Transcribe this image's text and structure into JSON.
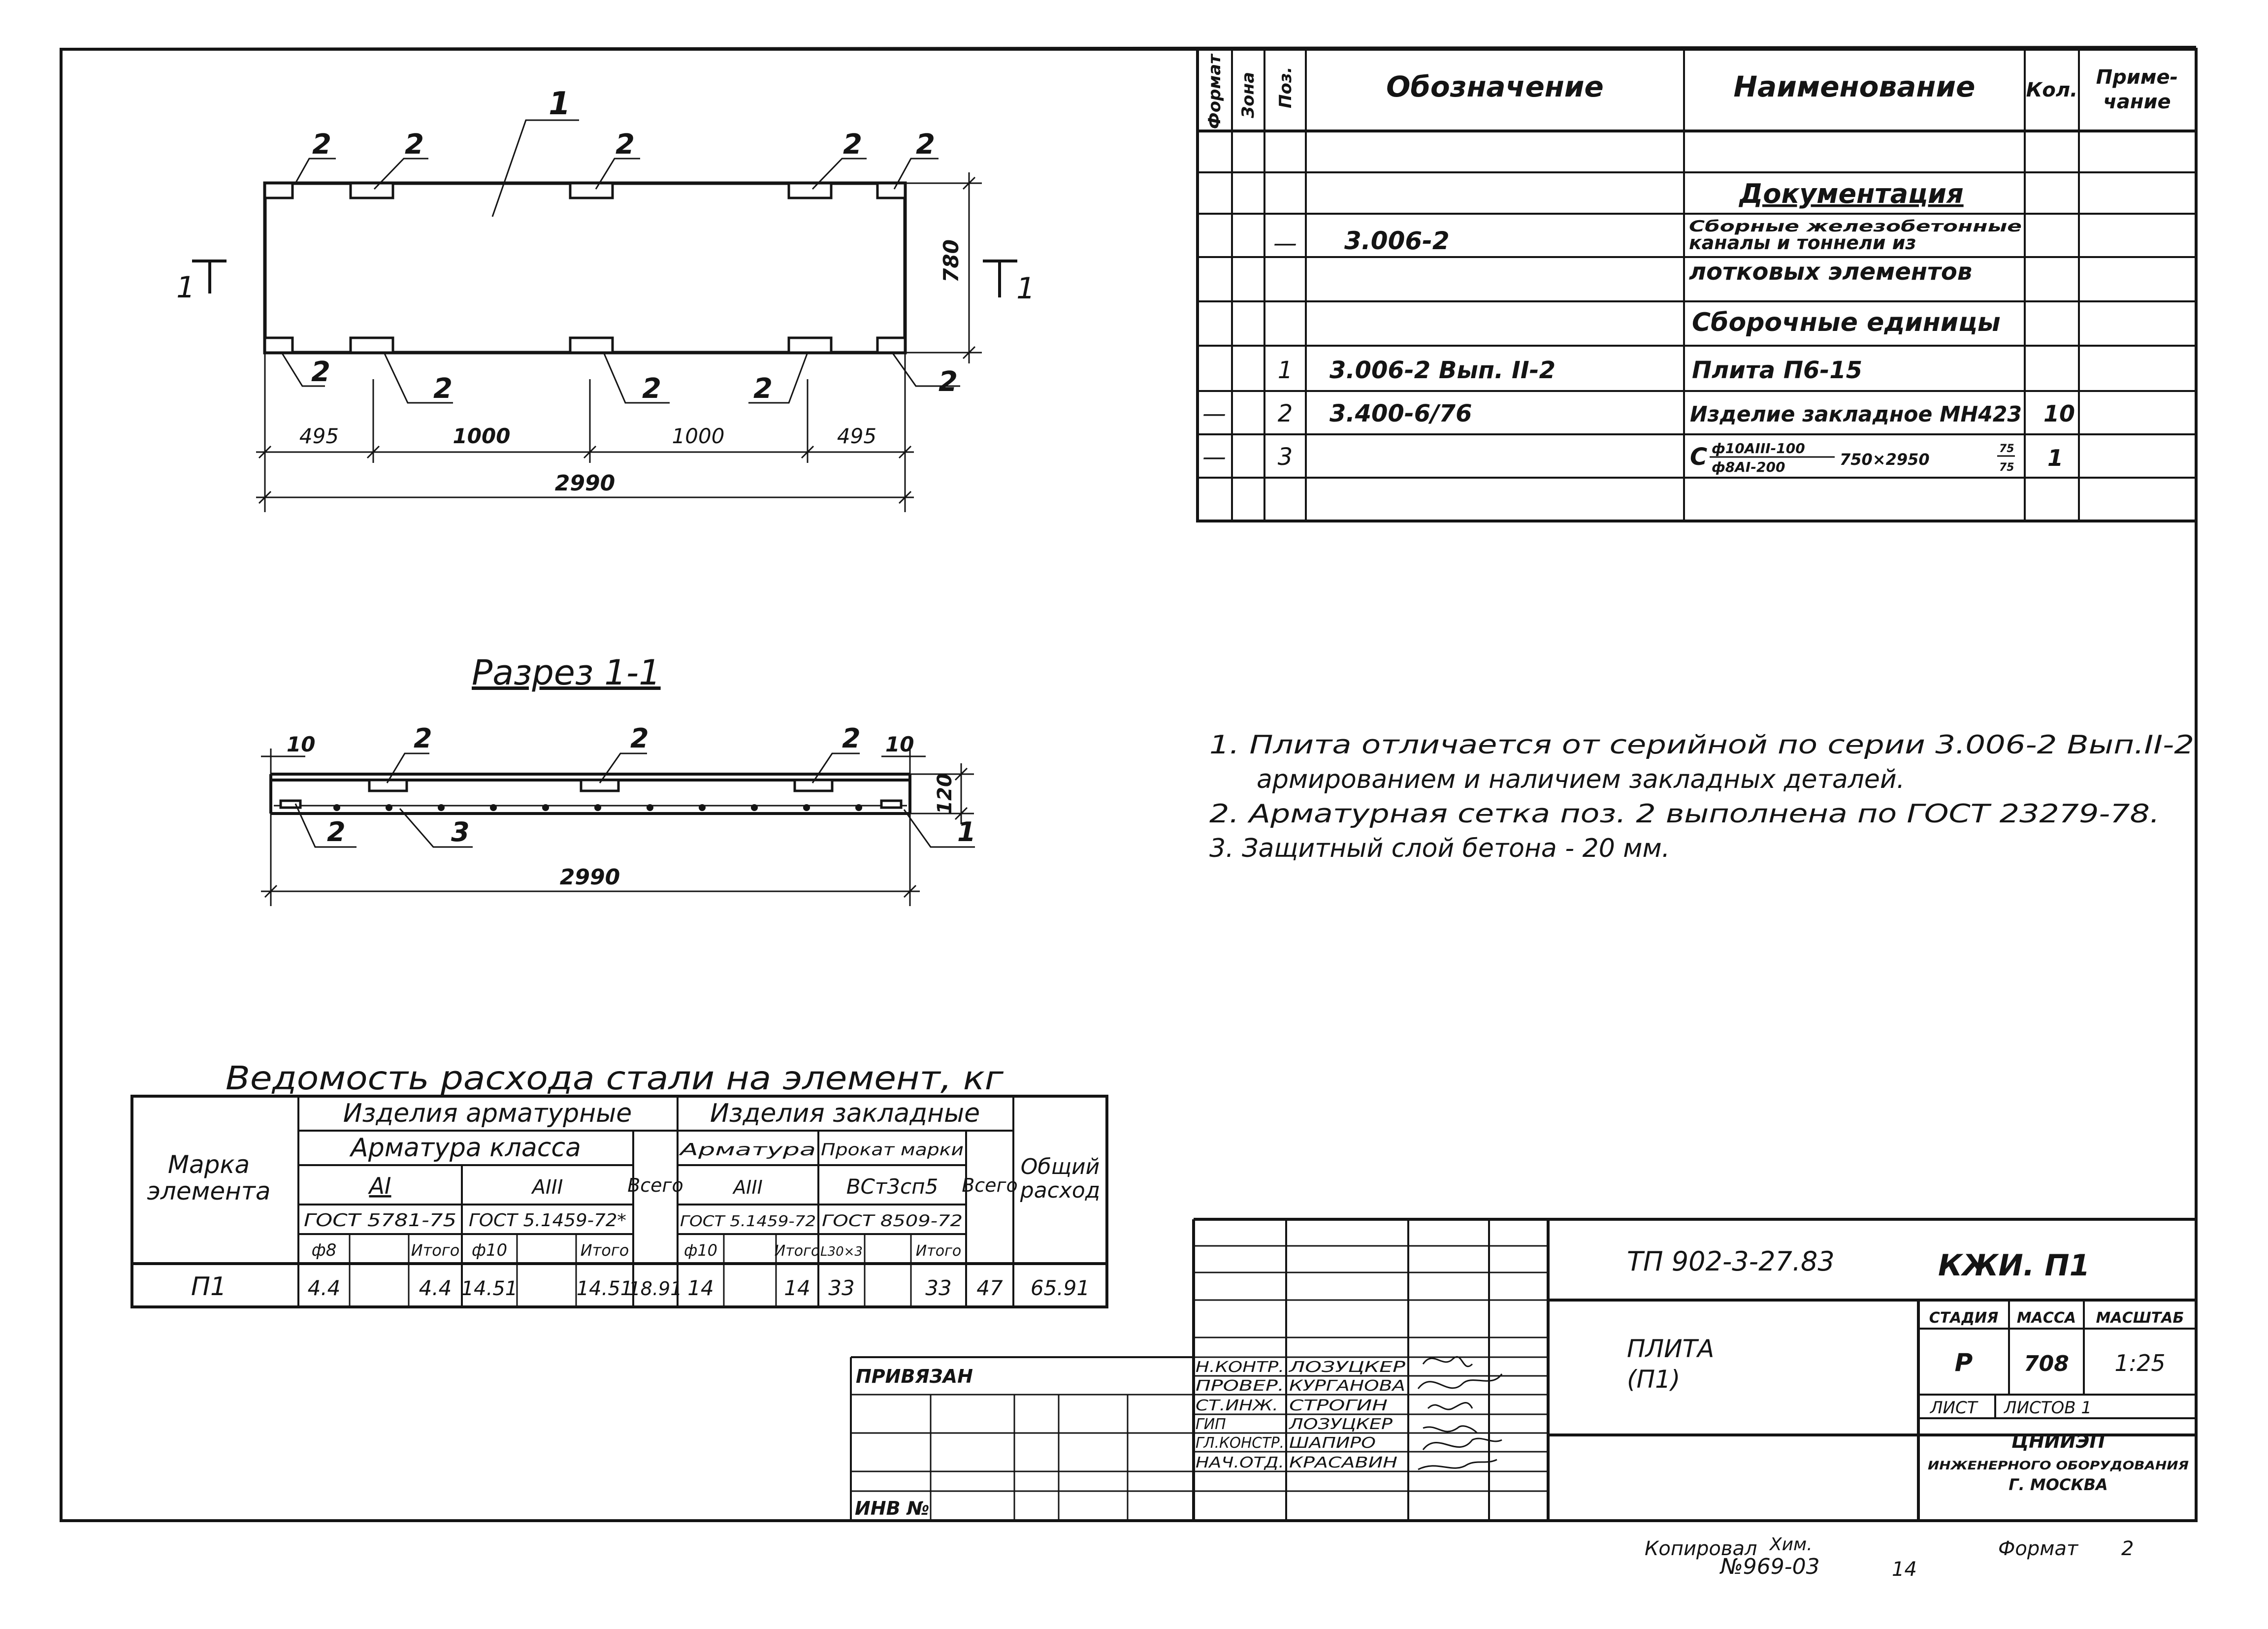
{
  "spec_table": {
    "headers": {
      "format": "Формат",
      "zone": "Зона",
      "pos": "Поз.",
      "designation": "Обозначение",
      "name": "Наименование",
      "qty": "Кол.",
      "note_line1": "Приме-",
      "note_line2": "чание"
    },
    "section_documentation": "Документация",
    "doc_row": {
      "pos": "—",
      "designation": "3.006-2",
      "name_line1": "Сборные железобетонные",
      "name_line2": "каналы и тоннели из",
      "name_line3": "лотковых элементов"
    },
    "section_units": "Сборочные единицы",
    "row1": {
      "pos": "1",
      "designation": "3.006-2   Вып. II-2",
      "name": "Плита        П6-15"
    },
    "row2": {
      "format": "—",
      "pos": "2",
      "designation": "3.400-6/76",
      "name": "Изделие закладное МН423",
      "qty": "10"
    },
    "row3": {
      "format": "—",
      "pos": "3",
      "name_c": "С",
      "name_top": "ф10АIII-100",
      "name_bottom": "ф8АI-200",
      "name_dims": "750×2950",
      "name_frac_top": "75",
      "name_frac_bottom": "75",
      "qty": "1"
    }
  },
  "plan_view": {
    "callout_main": "1",
    "callout_part": "2",
    "section_mark": "1",
    "dim_height": "780",
    "dims": [
      "495",
      "1000",
      "1000",
      "495"
    ],
    "dim_total": "2990"
  },
  "section_view": {
    "title": "Разрез 1-1",
    "dim_left": "10",
    "dim_right": "10",
    "dim_height": "120",
    "callout_part": "2",
    "callout_mesh": "3",
    "callout_main": "1",
    "dim_total": "2990"
  },
  "notes": {
    "n1_line1": "1.  Плита  отличается  от  серийной  по  серии  3.006-2  Вып.II-2",
    "n1_line2": "армированием  и  наличием  закладных  деталей.",
    "n2": "2.  Арматурная   сетка  поз. 2  выполнена   по  ГОСТ 23279-78.",
    "n3": "3.  Защитный  слой  бетона - 20 мм."
  },
  "steel_table": {
    "title": "Ведомость   расхода   стали на  элемент,  кг",
    "col_mark_line1": "Марка",
    "col_mark_line2": "элемента",
    "group_rebar": "Изделия   арматурные",
    "group_embedded": "Изделия  закладные",
    "rebar_class": "Арматура  класса",
    "class_AI": "АI",
    "class_AIII": "АIII",
    "embedded_rebar": "Арматура",
    "embedded_rebar_class": "АIII",
    "embedded_rolled": "Прокат марки",
    "embedded_rolled_grade": "ВСт3сп5",
    "total": "Всего",
    "general_line1": "Общий",
    "general_line2": "расход",
    "gost_AI": "ГОСТ 5781-75",
    "gost_AIII": "ГОСТ 5.1459-72*",
    "gost_emb_rebar": "ГОСТ 5.1459-72",
    "gost_rolled": "ГОСТ 8509-72",
    "d8": "ф8",
    "d10": "ф10",
    "d10b": "ф10",
    "profile": "L30×3",
    "subtotal": "Итого",
    "row": {
      "mark": "П1",
      "d8": "4.4",
      "sum_AI": "4.4",
      "d10": "14.51",
      "sum_AIII": "14.51",
      "rebar_total": "18.91",
      "emb_d10": "14",
      "emb_sum": "14",
      "profile": "33",
      "profile_sum": "33",
      "emb_total": "47",
      "general": "65.91"
    }
  },
  "title_block": {
    "project_code": "ТП 902-3-27.83",
    "sheet_code": "КЖИ. П1",
    "element_name_line1": "ПЛИТА",
    "element_name_line2": "(П1)",
    "stage_label": "СТАДИЯ",
    "mass_label": "МАССА",
    "scale_label": "МАСШТАБ",
    "stage": "Р",
    "mass": "708",
    "scale": "1:25",
    "sheet_label": "ЛИСТ",
    "sheets_label": "ЛИСТОВ 1",
    "org_line1": "ЦНИИЭП",
    "org_line2": "ИНЖЕНЕРНОГО ОБОРУДОВАНИЯ",
    "org_line3": "Г. МОСКВА",
    "bound_label": "ПРИВЯЗАН",
    "inv_label": "ИНВ №",
    "roles": [
      "Н.КОНТР.",
      "ПРОВЕР.",
      "СТ.ИНЖ.",
      "ГИП",
      "ГЛ.КОНСТР.",
      "НАЧ.ОТД."
    ],
    "names": [
      "ЛОЗУЦКЕР",
      "КУРГАНОВА",
      "СТРОГИН",
      "ЛОЗУЦКЕР",
      "ШАПИРО",
      "КРАСАВИН"
    ]
  },
  "footer": {
    "copied": "Копировал",
    "copied_name": "Хим.",
    "order_no": "№969-03",
    "sheet_no": "14",
    "format": "Формат",
    "format_value": "2"
  }
}
